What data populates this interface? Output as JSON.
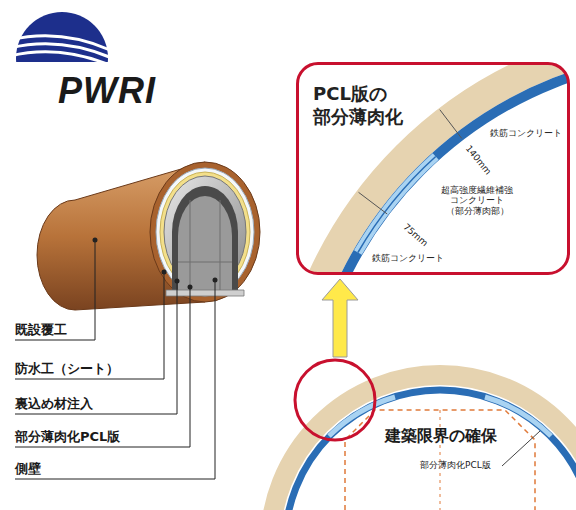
{
  "diagram": {
    "nodes": [
      {
        "text": [
          "PCL版の 部分薄肉化"
        ]
      }
    ],
    "labels": [
      "PWRI",
      "既設覆工",
      "防水工（シート）",
      "裏込め材注入",
      "部分薄肉化PCL版",
      "側壁",
      "鉄筋コンクリート",
      "140mm",
      "75mm",
      "超高強度繊維補強 コンクリート （部分薄肉部）",
      "鉄筋コンクリート",
      "建築限界の確保",
      "部分薄肉化PCL版"
    ]
  }
}
